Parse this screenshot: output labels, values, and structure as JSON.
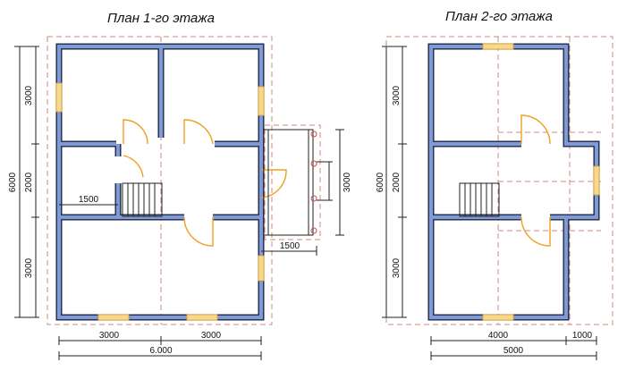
{
  "plan1": {
    "title": "План 1-го этажа",
    "dims": {
      "left_top": "3000",
      "left_mid": "2000",
      "left_bottom": "3000",
      "left_total": "6000",
      "stair_width": "1500",
      "porch_width": "1500",
      "porch_height": "3000",
      "bottom_left": "3000",
      "bottom_right": "3000",
      "bottom_total": "6.000"
    }
  },
  "plan2": {
    "title": "План 2-го этажа",
    "dims": {
      "left_top": "3000",
      "left_mid": "2000",
      "left_bottom": "3000",
      "left_total": "6000",
      "bottom_left": "4000",
      "bottom_right": "1000",
      "bottom_total": "5000"
    }
  },
  "colors": {
    "wall_outline": "#1e2a44",
    "wall_fill": "#7f9ad6",
    "guide_dash": "#d08a80",
    "door_arc": "#f0a020",
    "window": "#f7d98c"
  }
}
